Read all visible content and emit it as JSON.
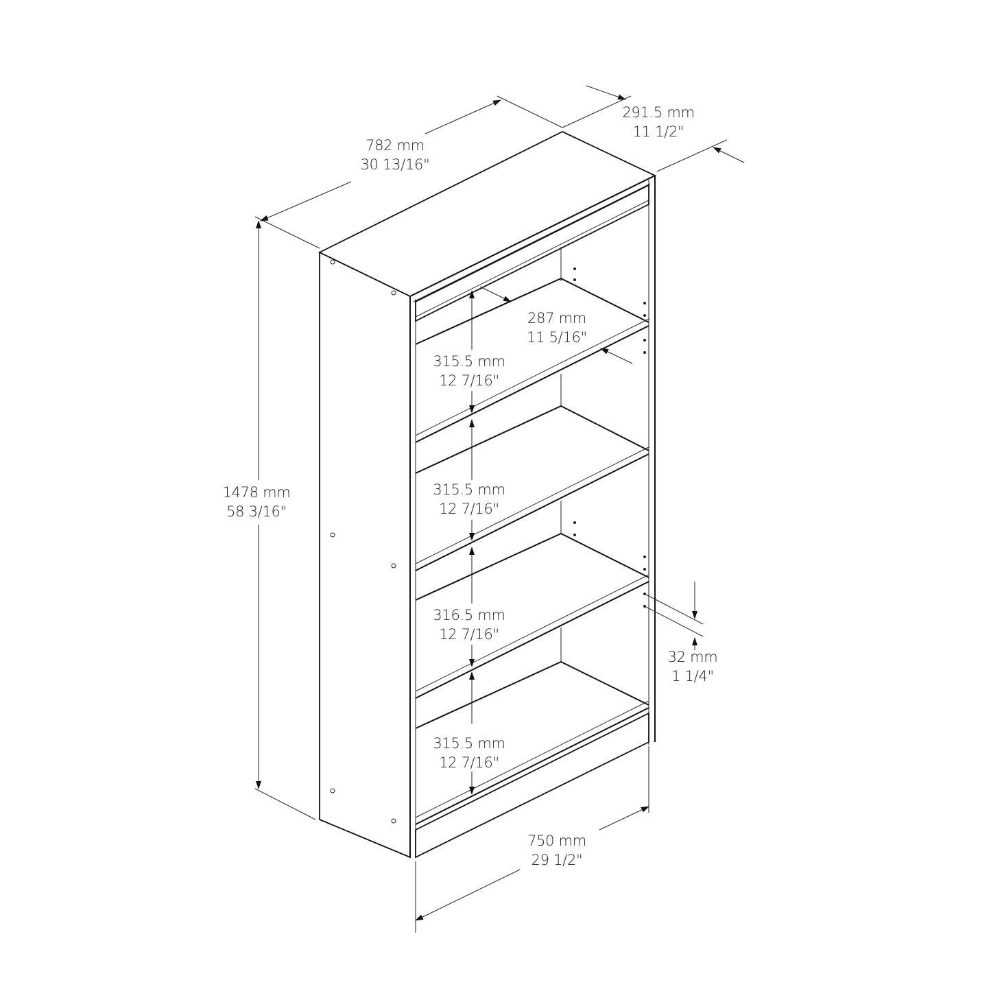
{
  "diagram": {
    "subject": "4-shelf bookcase dimension drawing",
    "colors": {
      "line": "#111111",
      "text": "#222222",
      "background": "#ffffff"
    },
    "dimensions": {
      "overall_width_top": {
        "metric": "782 mm",
        "imperial": "30 13/16\""
      },
      "depth": {
        "metric": "291.5 mm",
        "imperial": "11 1/2\""
      },
      "shelf_depth": {
        "metric": "287 mm",
        "imperial": "11 5/16\""
      },
      "height": {
        "metric": "1478 mm",
        "imperial": "58 3/16\""
      },
      "shelf_gap_1": {
        "metric": "315.5 mm",
        "imperial": "12 7/16\""
      },
      "shelf_gap_2": {
        "metric": "315.5 mm",
        "imperial": "12 7/16\""
      },
      "shelf_gap_3": {
        "metric": "316.5 mm",
        "imperial": "12 7/16\""
      },
      "shelf_gap_4": {
        "metric": "315.5 mm",
        "imperial": "12 7/16\""
      },
      "hole_spacing": {
        "metric": "32 mm",
        "imperial": "1 1/4\""
      },
      "base_width": {
        "metric": "750 mm",
        "imperial": "29 1/2\""
      }
    }
  }
}
